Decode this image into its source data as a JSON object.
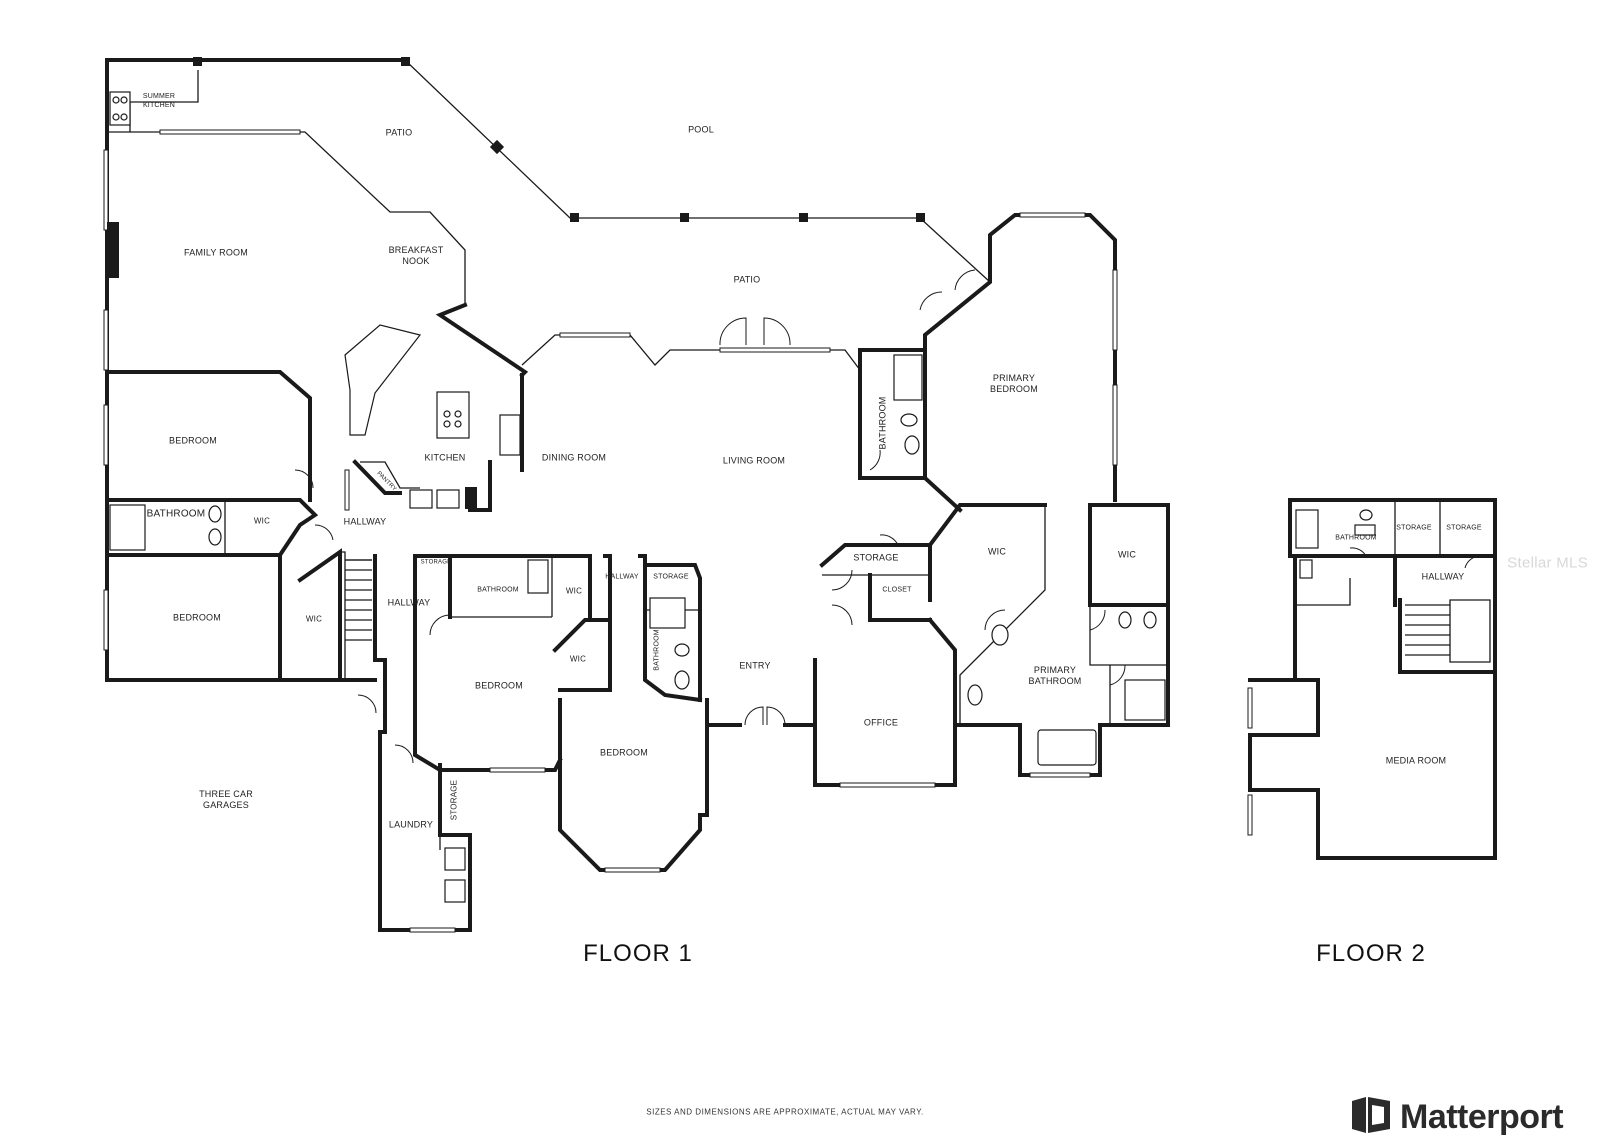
{
  "floors": [
    {
      "title": "FLOOR 1",
      "rooms": [
        {
          "label": "SUMMER\nKITCHEN"
        },
        {
          "label": "PATIO"
        },
        {
          "label": "POOL"
        },
        {
          "label": "FAMILY ROOM"
        },
        {
          "label": "BREAKFAST\nNOOK"
        },
        {
          "label": "PATIO"
        },
        {
          "label": "PRIMARY\nBEDROOM"
        },
        {
          "label": "BEDROOM"
        },
        {
          "label": "KITCHEN"
        },
        {
          "label": "PANTRY"
        },
        {
          "label": "DINING ROOM"
        },
        {
          "label": "LIVING ROOM"
        },
        {
          "label": "BATHROOM"
        },
        {
          "label": "BATHROOM"
        },
        {
          "label": "WIC"
        },
        {
          "label": "HALLWAY"
        },
        {
          "label": "STORAGE"
        },
        {
          "label": "BATHROOM"
        },
        {
          "label": "WIC"
        },
        {
          "label": "HALLWAY"
        },
        {
          "label": "STORAGE"
        },
        {
          "label": "STORAGE"
        },
        {
          "label": "CLOSET"
        },
        {
          "label": "WIC"
        },
        {
          "label": "WIC"
        },
        {
          "label": "BEDROOM"
        },
        {
          "label": "WIC"
        },
        {
          "label": "HALLWAY"
        },
        {
          "label": "WIC"
        },
        {
          "label": "BATHROOM"
        },
        {
          "label": "BEDROOM"
        },
        {
          "label": "ENTRY"
        },
        {
          "label": "PRIMARY\nBATHROOM"
        },
        {
          "label": "OFFICE"
        },
        {
          "label": "BEDROOM"
        },
        {
          "label": "THREE CAR\nGARAGES"
        },
        {
          "label": "STORAGE"
        },
        {
          "label": "LAUNDRY"
        }
      ]
    },
    {
      "title": "FLOOR 2",
      "rooms": [
        {
          "label": "BATHROOM"
        },
        {
          "label": "STORAGE"
        },
        {
          "label": "STORAGE"
        },
        {
          "label": "HALLWAY"
        },
        {
          "label": "MEDIA ROOM"
        }
      ]
    }
  ],
  "disclaimer": "SIZES AND DIMENSIONS ARE APPROXIMATE, ACTUAL MAY VARY.",
  "watermark": "Stellar MLS",
  "brand": {
    "name": "Matterport",
    "icon": "matterport-logo-icon",
    "color": "#2b2b2b"
  }
}
